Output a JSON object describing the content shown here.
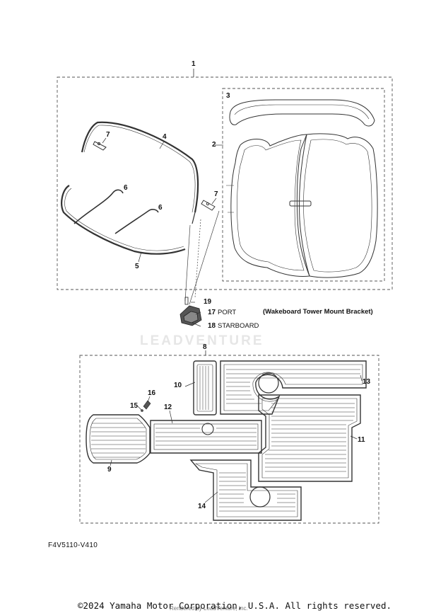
{
  "diagram": {
    "callouts": {
      "c1": "1",
      "c2": "2",
      "c3": "3",
      "c4": "4",
      "c5": "5",
      "c6a": "6",
      "c6b": "6",
      "c7a": "7",
      "c7b": "7",
      "c8": "8",
      "c9": "9",
      "c10": "10",
      "c11": "11",
      "c12": "12",
      "c13": "13",
      "c14": "14",
      "c15": "15",
      "c16": "16",
      "c17": "17",
      "c18": "18",
      "c19": "19"
    },
    "annotations": {
      "port": "PORT",
      "starboard": "STARBOARD",
      "bracket_note": "(Wakeboard Tower Mount Bracket)"
    },
    "diagram_code": "F4V5110-V410",
    "watermark": "LEADVENTURE"
  },
  "footer": {
    "copyright": "©2024 Yamaha Motor Corporation, U.S.A. All rights reserved.",
    "rendered_by": "Rendered by LeadVenture, Inc."
  }
}
